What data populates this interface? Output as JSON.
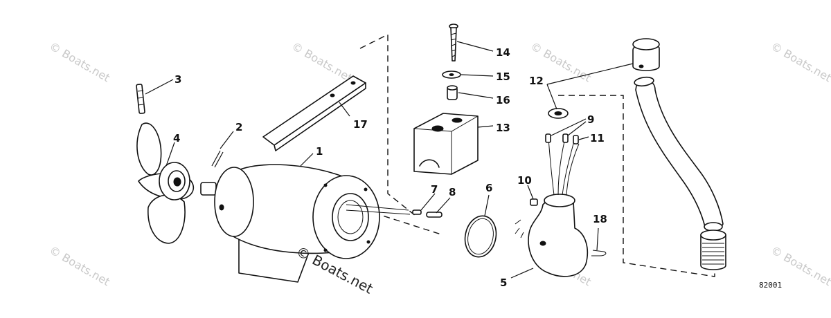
{
  "diagram": {
    "drawing_code": "82001",
    "watermark_text": "© Boats.net",
    "callouts": [
      "1",
      "2",
      "3",
      "4",
      "5",
      "6",
      "7",
      "8",
      "9",
      "10",
      "11",
      "12",
      "13",
      "14",
      "15",
      "16",
      "17",
      "18"
    ]
  }
}
